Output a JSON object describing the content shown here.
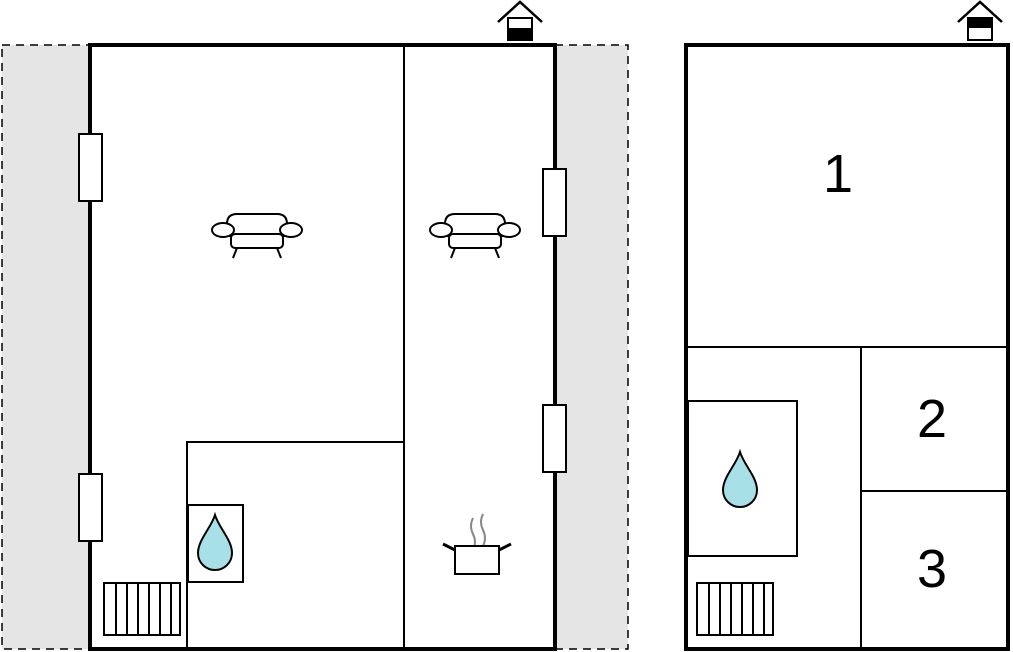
{
  "colors": {
    "wall": "#000000",
    "terrace": "#e5e5e5",
    "water": "#a8e0e8",
    "background": "#ffffff"
  },
  "ground_floor": {
    "entrance_icon": "house-entrance-icon",
    "terrace_left": "terrace-area",
    "terrace_right": "terrace-area",
    "living_room_icon": "sofa-icon",
    "kitchen_icon": "cooking-pot-icon",
    "bathroom_icon": "water-drop-icon",
    "stairs_icon": "stairs-icon"
  },
  "upper_floor": {
    "entrance_icon": "house-entrance-icon",
    "bathroom_icon": "water-drop-icon",
    "stairs_icon": "stairs-icon",
    "rooms": [
      {
        "label": "1"
      },
      {
        "label": "2"
      },
      {
        "label": "3"
      }
    ]
  }
}
